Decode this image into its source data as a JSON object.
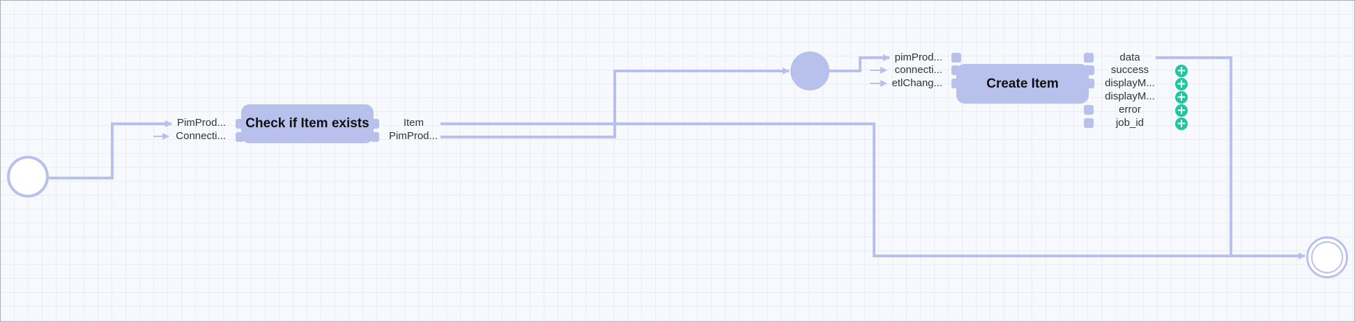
{
  "check_node": {
    "title": "Check if Item exists",
    "inputs": [
      "PimProd...",
      "Connecti..."
    ],
    "outputs": [
      "Item",
      "PimProd..."
    ]
  },
  "create_node": {
    "title": "Create Item",
    "inputs": [
      "pimProd...",
      "connecti...",
      "etlChang..."
    ],
    "outputs": [
      "data",
      "success",
      "displayM...",
      "displayM...",
      "error",
      "job_id"
    ]
  },
  "colors": {
    "wire": "#b8c0ec",
    "add": "#1ec7a0",
    "background": "#f7f9fc"
  },
  "icons": {
    "add": "plus-circle-icon",
    "input": "arrow-right-icon"
  }
}
